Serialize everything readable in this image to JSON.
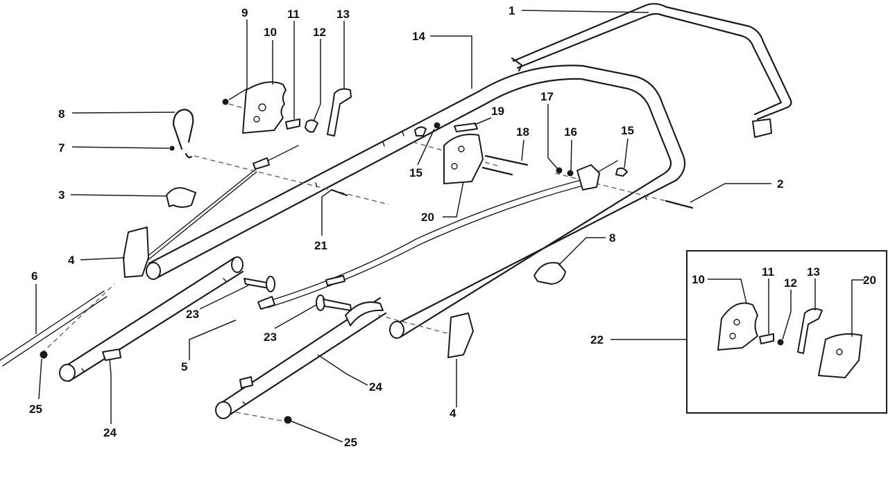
{
  "callouts": {
    "c1": "1",
    "c2": "2",
    "c3": "3",
    "c4a": "4",
    "c4b": "4",
    "c5": "5",
    "c6": "6",
    "c7": "7",
    "c8a": "8",
    "c8b": "8",
    "c9": "9",
    "c10a": "10",
    "c10b": "10",
    "c11a": "11",
    "c11b": "11",
    "c12a": "12",
    "c12b": "12",
    "c13a": "13",
    "c13b": "13",
    "c14": "14",
    "c15a": "15",
    "c15b": "15",
    "c16": "16",
    "c17": "17",
    "c18": "18",
    "c19": "19",
    "c20a": "20",
    "c20b": "20",
    "c21": "21",
    "c22": "22",
    "c23a": "23",
    "c23b": "23",
    "c24a": "24",
    "c24b": "24",
    "c25a": "25",
    "c25b": "25"
  }
}
